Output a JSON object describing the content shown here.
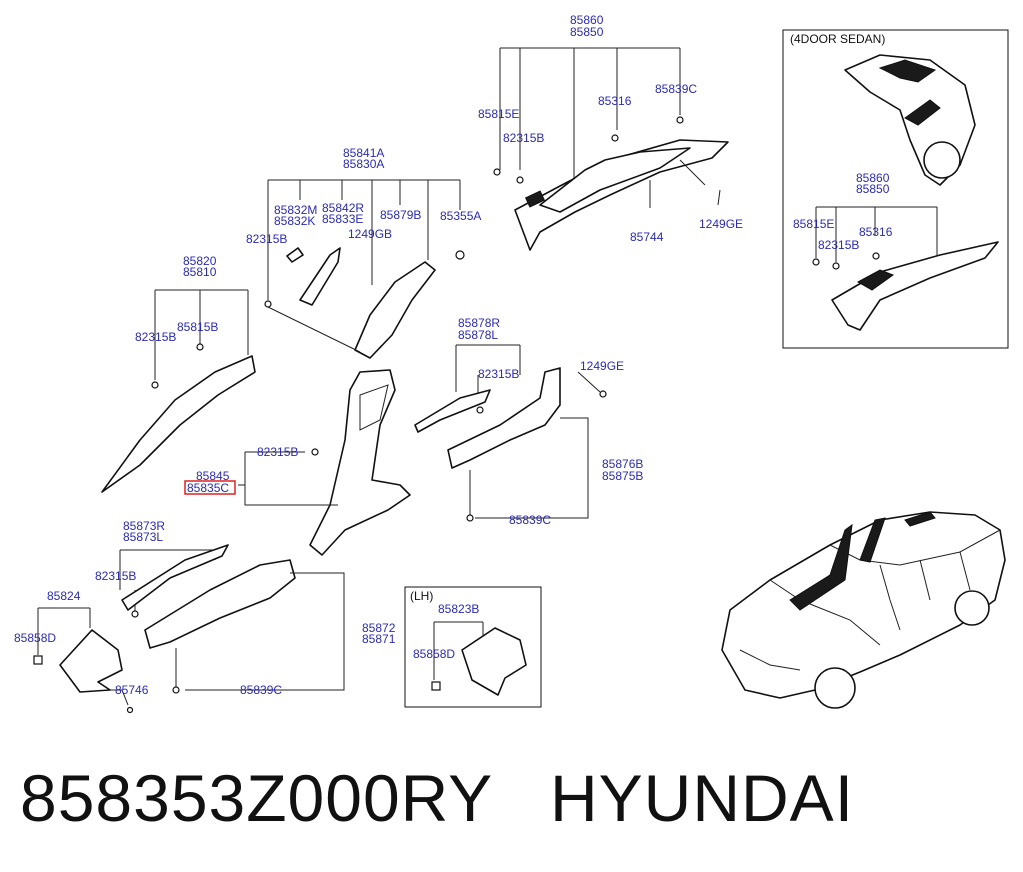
{
  "labels": {
    "p85860": "85860",
    "p85850": "85850",
    "p85815E_top": "85815E",
    "p82315B_top": "82315B",
    "p85316_top": "85316",
    "p85839C_top": "85839C",
    "p85744": "85744",
    "p1249GE_top": "1249GE",
    "p85841A": "85841A",
    "p85830A": "85830A",
    "p85832M": "85832M",
    "p85832K": "85832K",
    "p85842R": "85842R",
    "p85833E": "85833E",
    "p85879B": "85879B",
    "p85355A": "85355A",
    "p82315B_b": "82315B",
    "p1249GB": "1249GB",
    "p85820": "85820",
    "p85810": "85810",
    "p82315B_a": "82315B",
    "p85815B": "85815B",
    "p85878R": "85878R",
    "p85878L": "85878L",
    "p82315B_c": "82315B",
    "p1249GE_mid": "1249GE",
    "p82315B_d": "82315B",
    "p85845": "85845",
    "p85835C": "85835C",
    "p85876B": "85876B",
    "p85875B": "85875B",
    "p85839C_mid": "85839C",
    "p85873R": "85873R",
    "p85873L": "85873L",
    "p82315B_e": "82315B",
    "p85824": "85824",
    "p85858D": "85858D",
    "p85746": "85746",
    "p85872": "85872",
    "p85871": "85871",
    "p85839C_bot": "85839C",
    "p85823B": "85823B",
    "p85858D_lh": "85858D",
    "sedan_title": "(4DOOR SEDAN)",
    "lh_title": "(LH)",
    "s85860": "85860",
    "s85850": "85850",
    "s85815E": "85815E",
    "s85316": "85316",
    "s82315B": "82315B"
  },
  "highlight": {
    "label": "85835C",
    "color": "#e02020"
  },
  "caption": {
    "part_number": "858353Z000RY",
    "brand": "HYUNDAI"
  },
  "colors": {
    "label_text": "#2b2bb0",
    "line": "#222222"
  }
}
